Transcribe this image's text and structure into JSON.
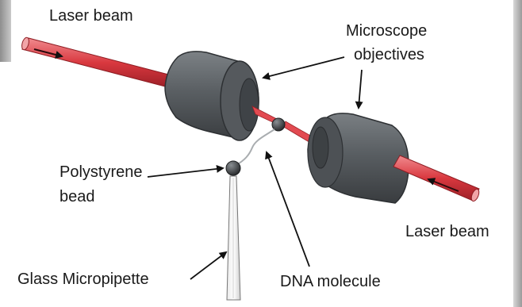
{
  "labels": {
    "laser_beam_top": "Laser beam",
    "microscope_line1": "Microscope",
    "microscope_line2": "objectives",
    "polystyrene_line1": "Polystyrene",
    "polystyrene_line2": "bead",
    "laser_beam_right": "Laser beam",
    "glass_micropipette": "Glass Micropipette",
    "dna_molecule": "DNA molecule"
  },
  "colors": {
    "laser": "#d9383f",
    "objective": "#555a5e",
    "bead": "#3f4245",
    "text": "#1a1a1a"
  }
}
